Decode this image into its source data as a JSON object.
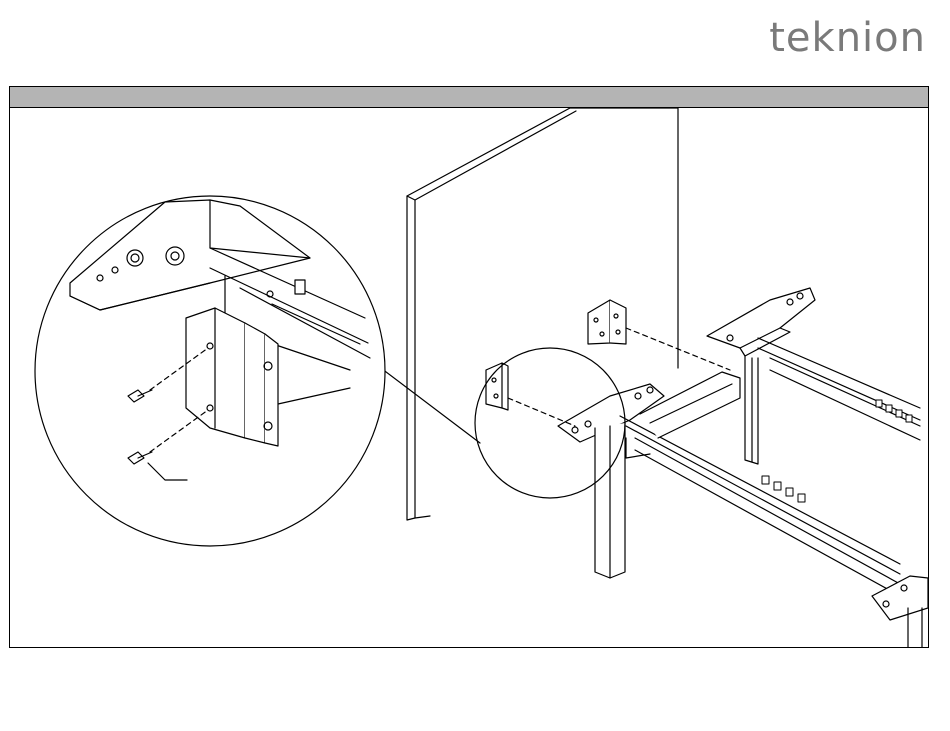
{
  "brand": {
    "name": "teknion",
    "color": "#7a7a7a"
  },
  "header_bar": {
    "color": "#b4b4b4",
    "text": ""
  },
  "illustration": {
    "icons": [
      "privacy-panel",
      "mounting-bracket",
      "screw",
      "desk-frame",
      "detail-magnifier"
    ]
  }
}
